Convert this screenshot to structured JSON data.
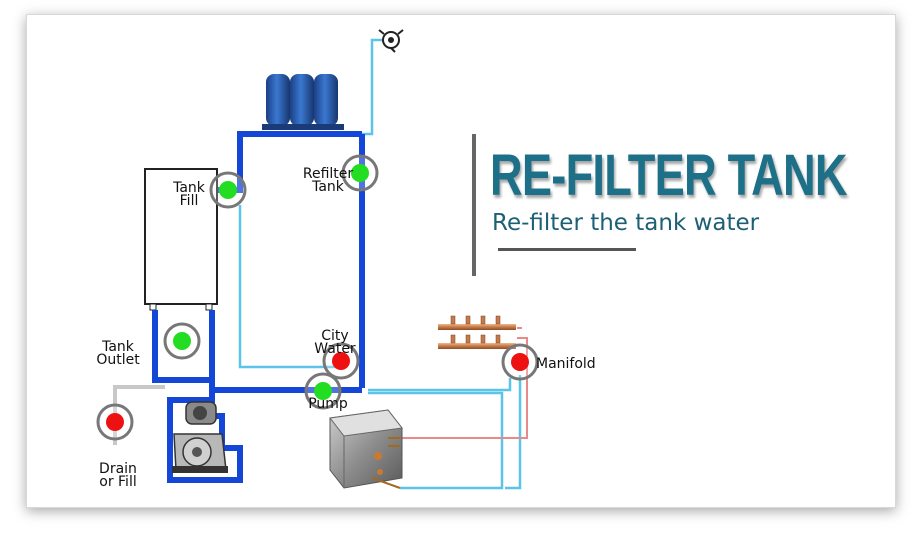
{
  "title": {
    "main": "RE-FILTER TANK",
    "subtitle": "Re-filter the tank water"
  },
  "labels": {
    "tank_fill": "Tank\nFill",
    "refilter_tank": "Refilter\nTank",
    "tank_outlet": "Tank\nOutlet",
    "city_water": "City\nWater",
    "pump": "Pump",
    "manifold": "Manifold",
    "drain_or_fill": "Drain\nor Fill"
  },
  "valves": {
    "tank_fill": "open",
    "refilter_tank": "open",
    "tank_outlet": "open",
    "city_water": "closed",
    "pump": "open",
    "manifold": "closed",
    "drain_or_fill": "closed"
  },
  "colors": {
    "active_pipe": "#1446d8",
    "cold_line": "#5bc4e8",
    "hot_line": "#e88a8a",
    "valve_open": "#22dd22",
    "valve_closed": "#ee1111",
    "title": "#1d7088"
  }
}
